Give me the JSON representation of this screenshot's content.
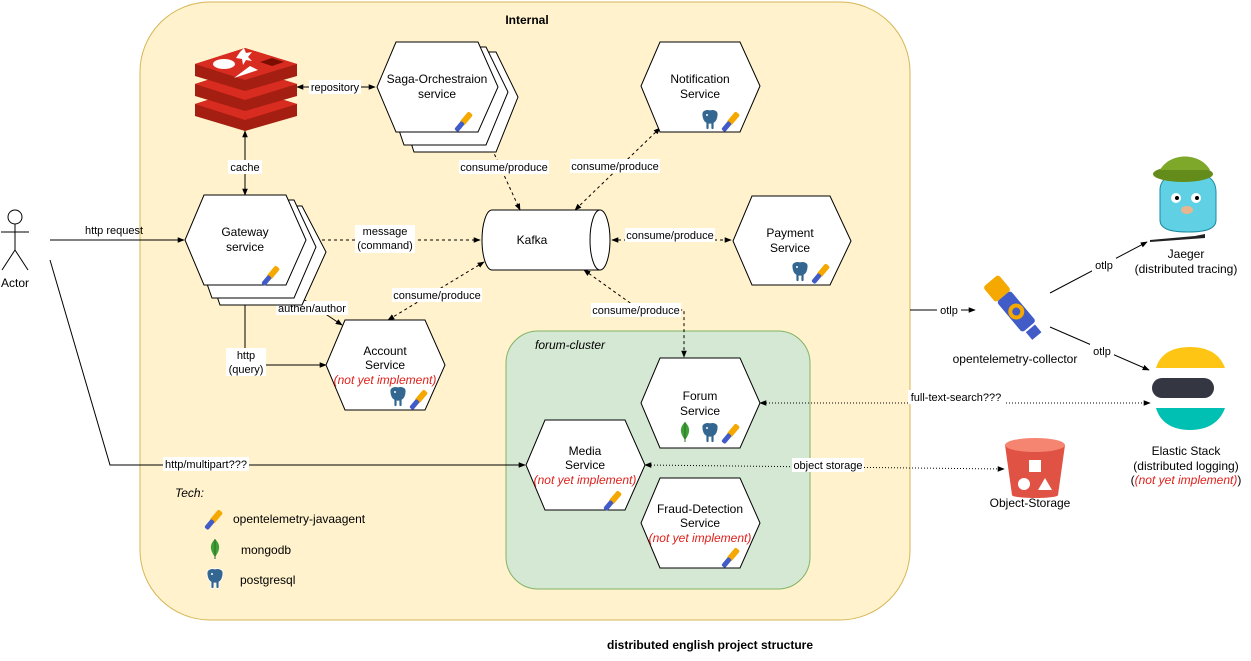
{
  "title": "distributed english project structure",
  "zones": {
    "internal": "Internal",
    "forum_cluster": "forum-cluster"
  },
  "actor": {
    "label": "Actor"
  },
  "nodes": {
    "gateway": [
      "Gateway",
      "service"
    ],
    "saga": [
      "Saga-Orchestraion",
      "service"
    ],
    "notification": [
      "Notification",
      "Service"
    ],
    "kafka": "Kafka",
    "payment": [
      "Payment",
      "Service"
    ],
    "account": [
      "Account",
      "Service",
      "(not yet implement)"
    ],
    "forum": [
      "Forum",
      "Service"
    ],
    "media": [
      "Media",
      "Service",
      "(not yet implement)"
    ],
    "fraud": [
      "Fraud-Detection",
      "Service",
      "(not yet implement)"
    ]
  },
  "external": {
    "otel_collector": "opentelemetry-collector",
    "jaeger": [
      "Jaeger",
      "(distributed tracing)"
    ],
    "elastic": [
      "Elastic Stack",
      "(distributed logging)",
      "(not yet implement)"
    ],
    "object_storage": "Object-Storage"
  },
  "edges": {
    "http_request": "http request",
    "repository": "repository",
    "cache": "cache",
    "message": [
      "message",
      "(command)"
    ],
    "consume_produce": "consume/produce",
    "authen_author": "authen/author",
    "http_query": [
      "http",
      "(query)"
    ],
    "http_multipart": "http/multipart???",
    "full_text_search": "full-text-search???",
    "object_storage": "object storage",
    "otlp": "otlp"
  },
  "legend": {
    "title": "Tech:",
    "items": [
      "opentelemetry-javaagent",
      "mongodb",
      "postgresql"
    ]
  },
  "colors": {
    "internal_fill": "#fff2cc",
    "internal_stroke": "#d6b656",
    "forum_fill": "#d5e8d4",
    "forum_stroke": "#82b366",
    "redis": "#d82c20",
    "postgres": "#336791",
    "mongo": "#3fa037",
    "otel_blue": "#425cc7",
    "otel_orange": "#f5a800",
    "bucket": "#e05243",
    "elastic_yellow": "#fec514",
    "elastic_dark": "#343741",
    "elastic_teal": "#00bfb3",
    "not_implemented": "#e0201b"
  }
}
